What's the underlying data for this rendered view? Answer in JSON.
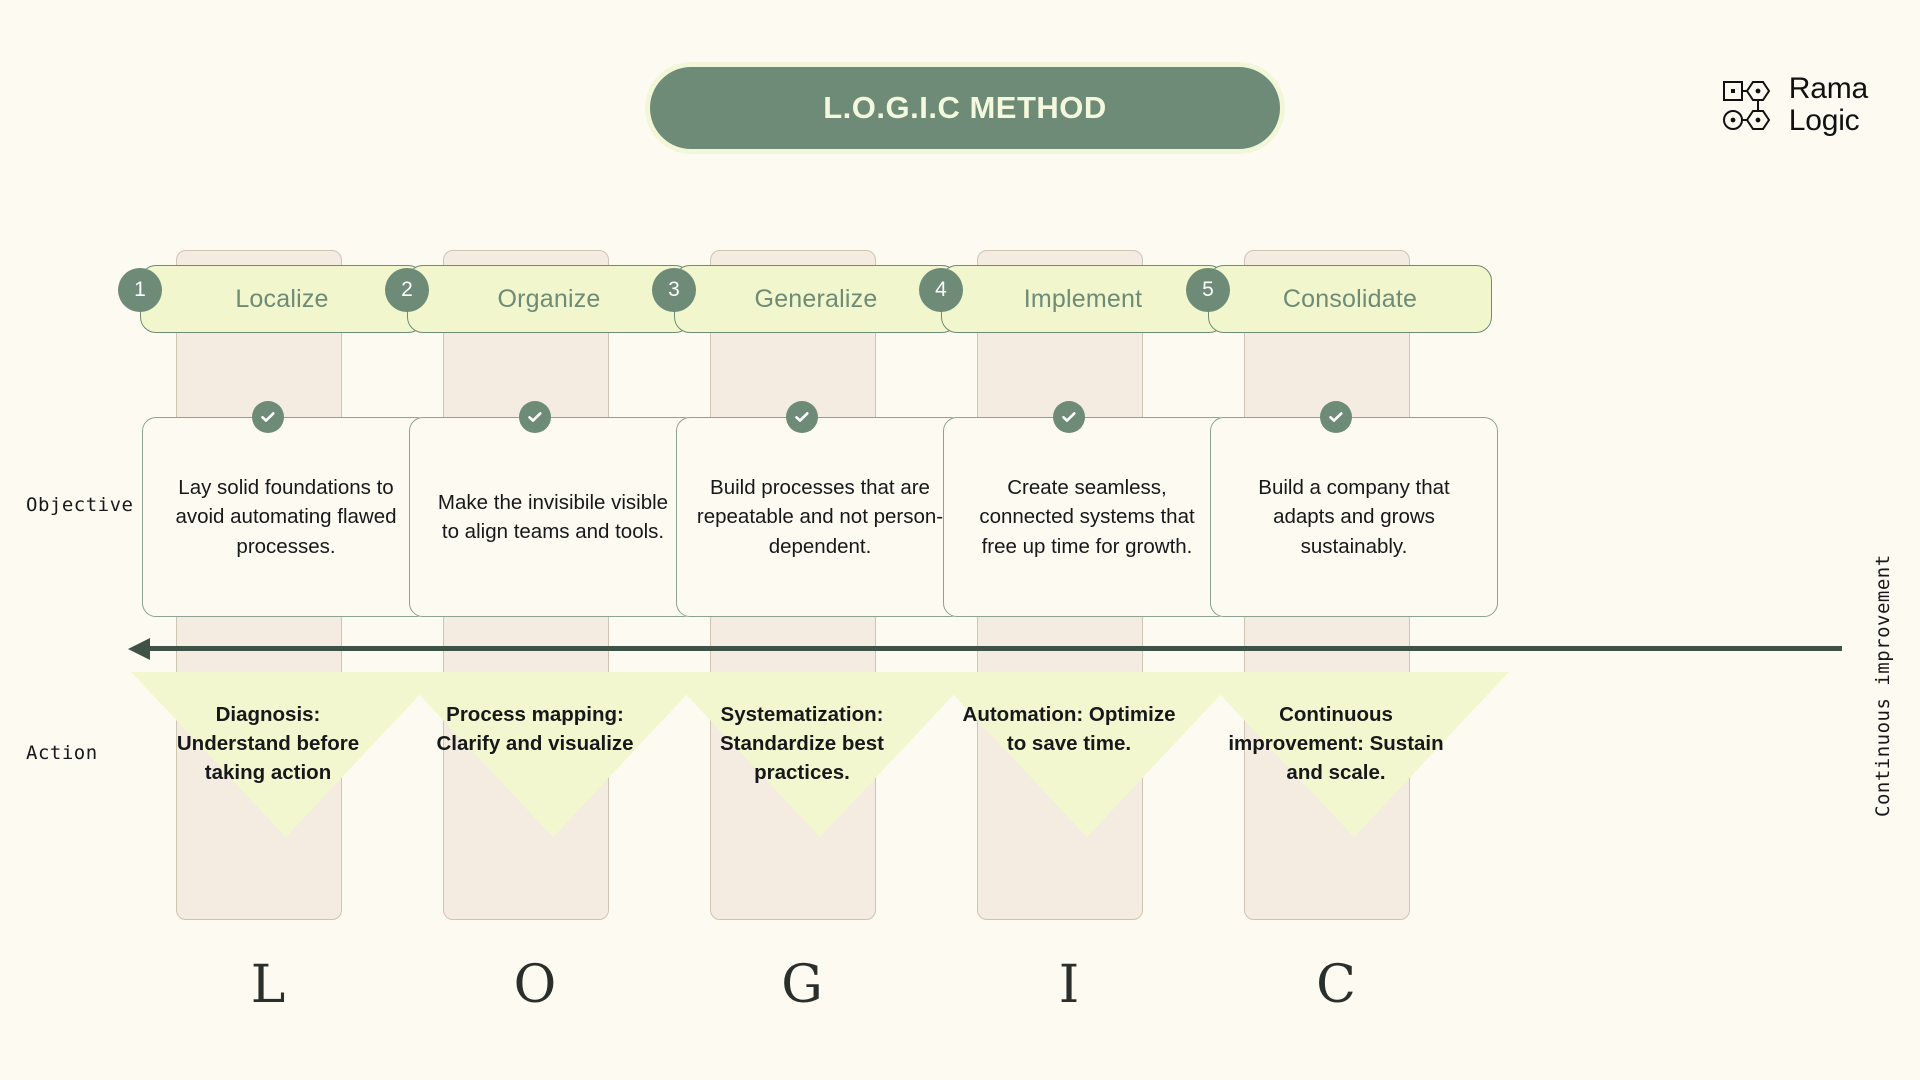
{
  "header": {
    "title": "L.O.G.I.C METHOD",
    "brand_line1": "Rama",
    "brand_line2": "Logic",
    "brand_icon": "node-network-icon"
  },
  "axes": {
    "objective_label": "Objective",
    "action_label": "Action",
    "vertical_label": "Continuous improvement",
    "arrow_icon": "left-arrow-icon"
  },
  "colors": {
    "background": "#fdfaf2",
    "sage": "#6d8b77",
    "pill_yellow": "#f1f6cc",
    "triangle_yellow": "#f3f7cf",
    "track_beige": "#f4ece0",
    "card_border": "#8ca394",
    "arrow": "#3e5247",
    "text_dark": "#16181a"
  },
  "stages": [
    {
      "number": "1",
      "name": "Localize",
      "letter": "L",
      "objective": "Lay solid foundations to avoid automating flawed processes.",
      "action": "Diagnosis: Understand before taking action",
      "check_icon": "check-circle-icon"
    },
    {
      "number": "2",
      "name": "Organize",
      "letter": "O",
      "objective": "Make the invisibile visible to align teams and tools.",
      "action": "Process mapping: Clarify and visualize",
      "check_icon": "check-circle-icon"
    },
    {
      "number": "3",
      "name": "Generalize",
      "letter": "G",
      "objective": "Build processes that are repeatable and not person-dependent.",
      "action": "Systematization: Standardize best practices.",
      "check_icon": "check-circle-icon"
    },
    {
      "number": "4",
      "name": "Implement",
      "letter": "I",
      "objective": "Create seamless, connected systems that free up time for growth.",
      "action": "Automation: Optimize to save time.",
      "check_icon": "check-circle-icon"
    },
    {
      "number": "5",
      "name": "Consolidate",
      "letter": "C",
      "objective": "Build a company that adapts and grows sustainably.",
      "action": "Continuous improvement: Sustain and scale.",
      "check_icon": "check-circle-icon"
    }
  ]
}
